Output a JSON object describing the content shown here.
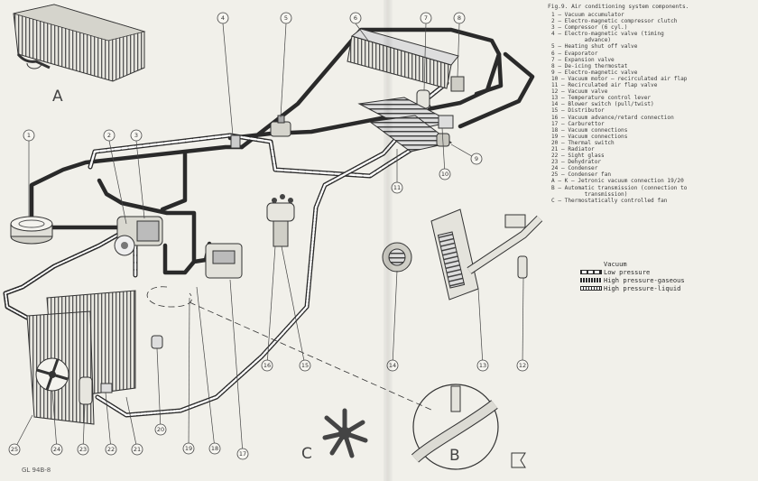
{
  "figure": {
    "title": "Fig.9. Air conditioning system components.",
    "components": [
      "1 – Vacuum accumulator",
      "2 – Electro-magnetic compressor clutch",
      "3 – Compressor (6 cyl.)",
      "4 – Electro-magnetic valve (timing",
      "          advance)",
      "5 – Heating shut off valve",
      "6 – Evaporator",
      "7 – Expansion valve",
      "8 – De-icing thermostat",
      "9 – Electro-magnetic valve",
      "10 – Vacuum motor – recirculated air flap",
      "11 – Recirculated air flap valve",
      "12 – Vacuum valve",
      "13 – Temperature control lever",
      "14 – Blower switch (pull/twist)",
      "15 – Distributor",
      "16 – Vacuum advance/retard connection",
      "17 – Carburettor",
      "18 – Vacuum connections",
      "19 – Vacuum connections",
      "20 – Thermal switch",
      "21 – Radiator",
      "22 – Sight glass",
      "23 – Dehydrator",
      "24 – Condenser",
      "25 – Condenser fan",
      "A – K – Jetronic vacuum connection 19/20",
      "B – Automatic transmission (connection to",
      "          transmission)",
      "C – Thermostatically controlled fan"
    ]
  },
  "line_legend": [
    {
      "type": "vacuum",
      "label": "Vacuum"
    },
    {
      "type": "low",
      "label": "Low pressure"
    },
    {
      "type": "hpg",
      "label": "High pressure-gaseous"
    },
    {
      "type": "hpl",
      "label": "High pressure-liquid"
    }
  ],
  "callouts": [
    "1",
    "2",
    "3",
    "4",
    "5",
    "6",
    "7",
    "8",
    "9",
    "10",
    "11",
    "12",
    "13",
    "14",
    "15",
    "16",
    "17",
    "18",
    "19",
    "20",
    "21",
    "22",
    "23",
    "24",
    "25"
  ],
  "insets": {
    "a": "A",
    "b": "B",
    "c": "C"
  },
  "code": "GL 94B-8"
}
